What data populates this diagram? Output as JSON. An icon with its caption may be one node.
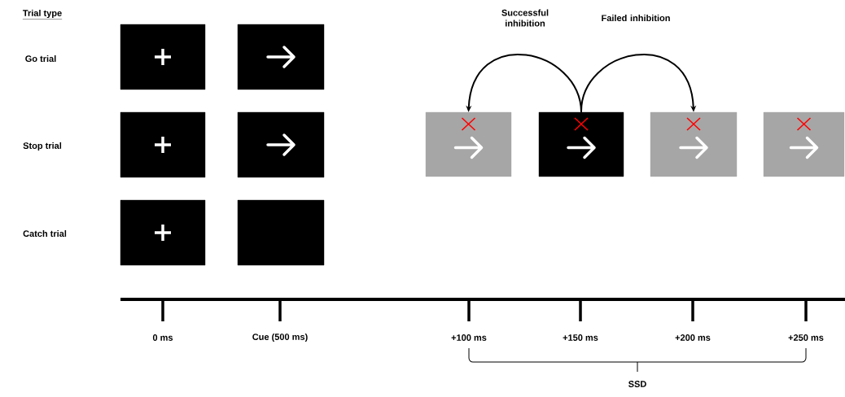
{
  "diagram": {
    "nodes": [
      {
        "text": [],
        "shape": "box"
      },
      {
        "text": [],
        "shape": "box"
      },
      {
        "text": [],
        "shape": "box"
      },
      {
        "text": [],
        "shape": "box"
      },
      {
        "text": [],
        "shape": "box"
      },
      {
        "text": [],
        "shape": "box"
      },
      {
        "text": [],
        "shape": "box"
      },
      {
        "text": [],
        "shape": "box"
      },
      {
        "text": [],
        "shape": "box"
      },
      {
        "text": [],
        "shape": "box"
      }
    ],
    "edges": [
      {
        "from": 7,
        "to": 6,
        "arrow": "to",
        "label": "Successful inhibition"
      },
      {
        "from": 7,
        "to": 8,
        "arrow": "to",
        "label": "Failed inhibition"
      }
    ],
    "labels": [
      "Trial type",
      "Go trial",
      "Stop trial",
      "Catch trial",
      "0 ms",
      "Cue (500 ms)",
      "+100 ms",
      "+150 ms",
      "+200 ms",
      "+250 ms",
      "SSD"
    ]
  }
}
